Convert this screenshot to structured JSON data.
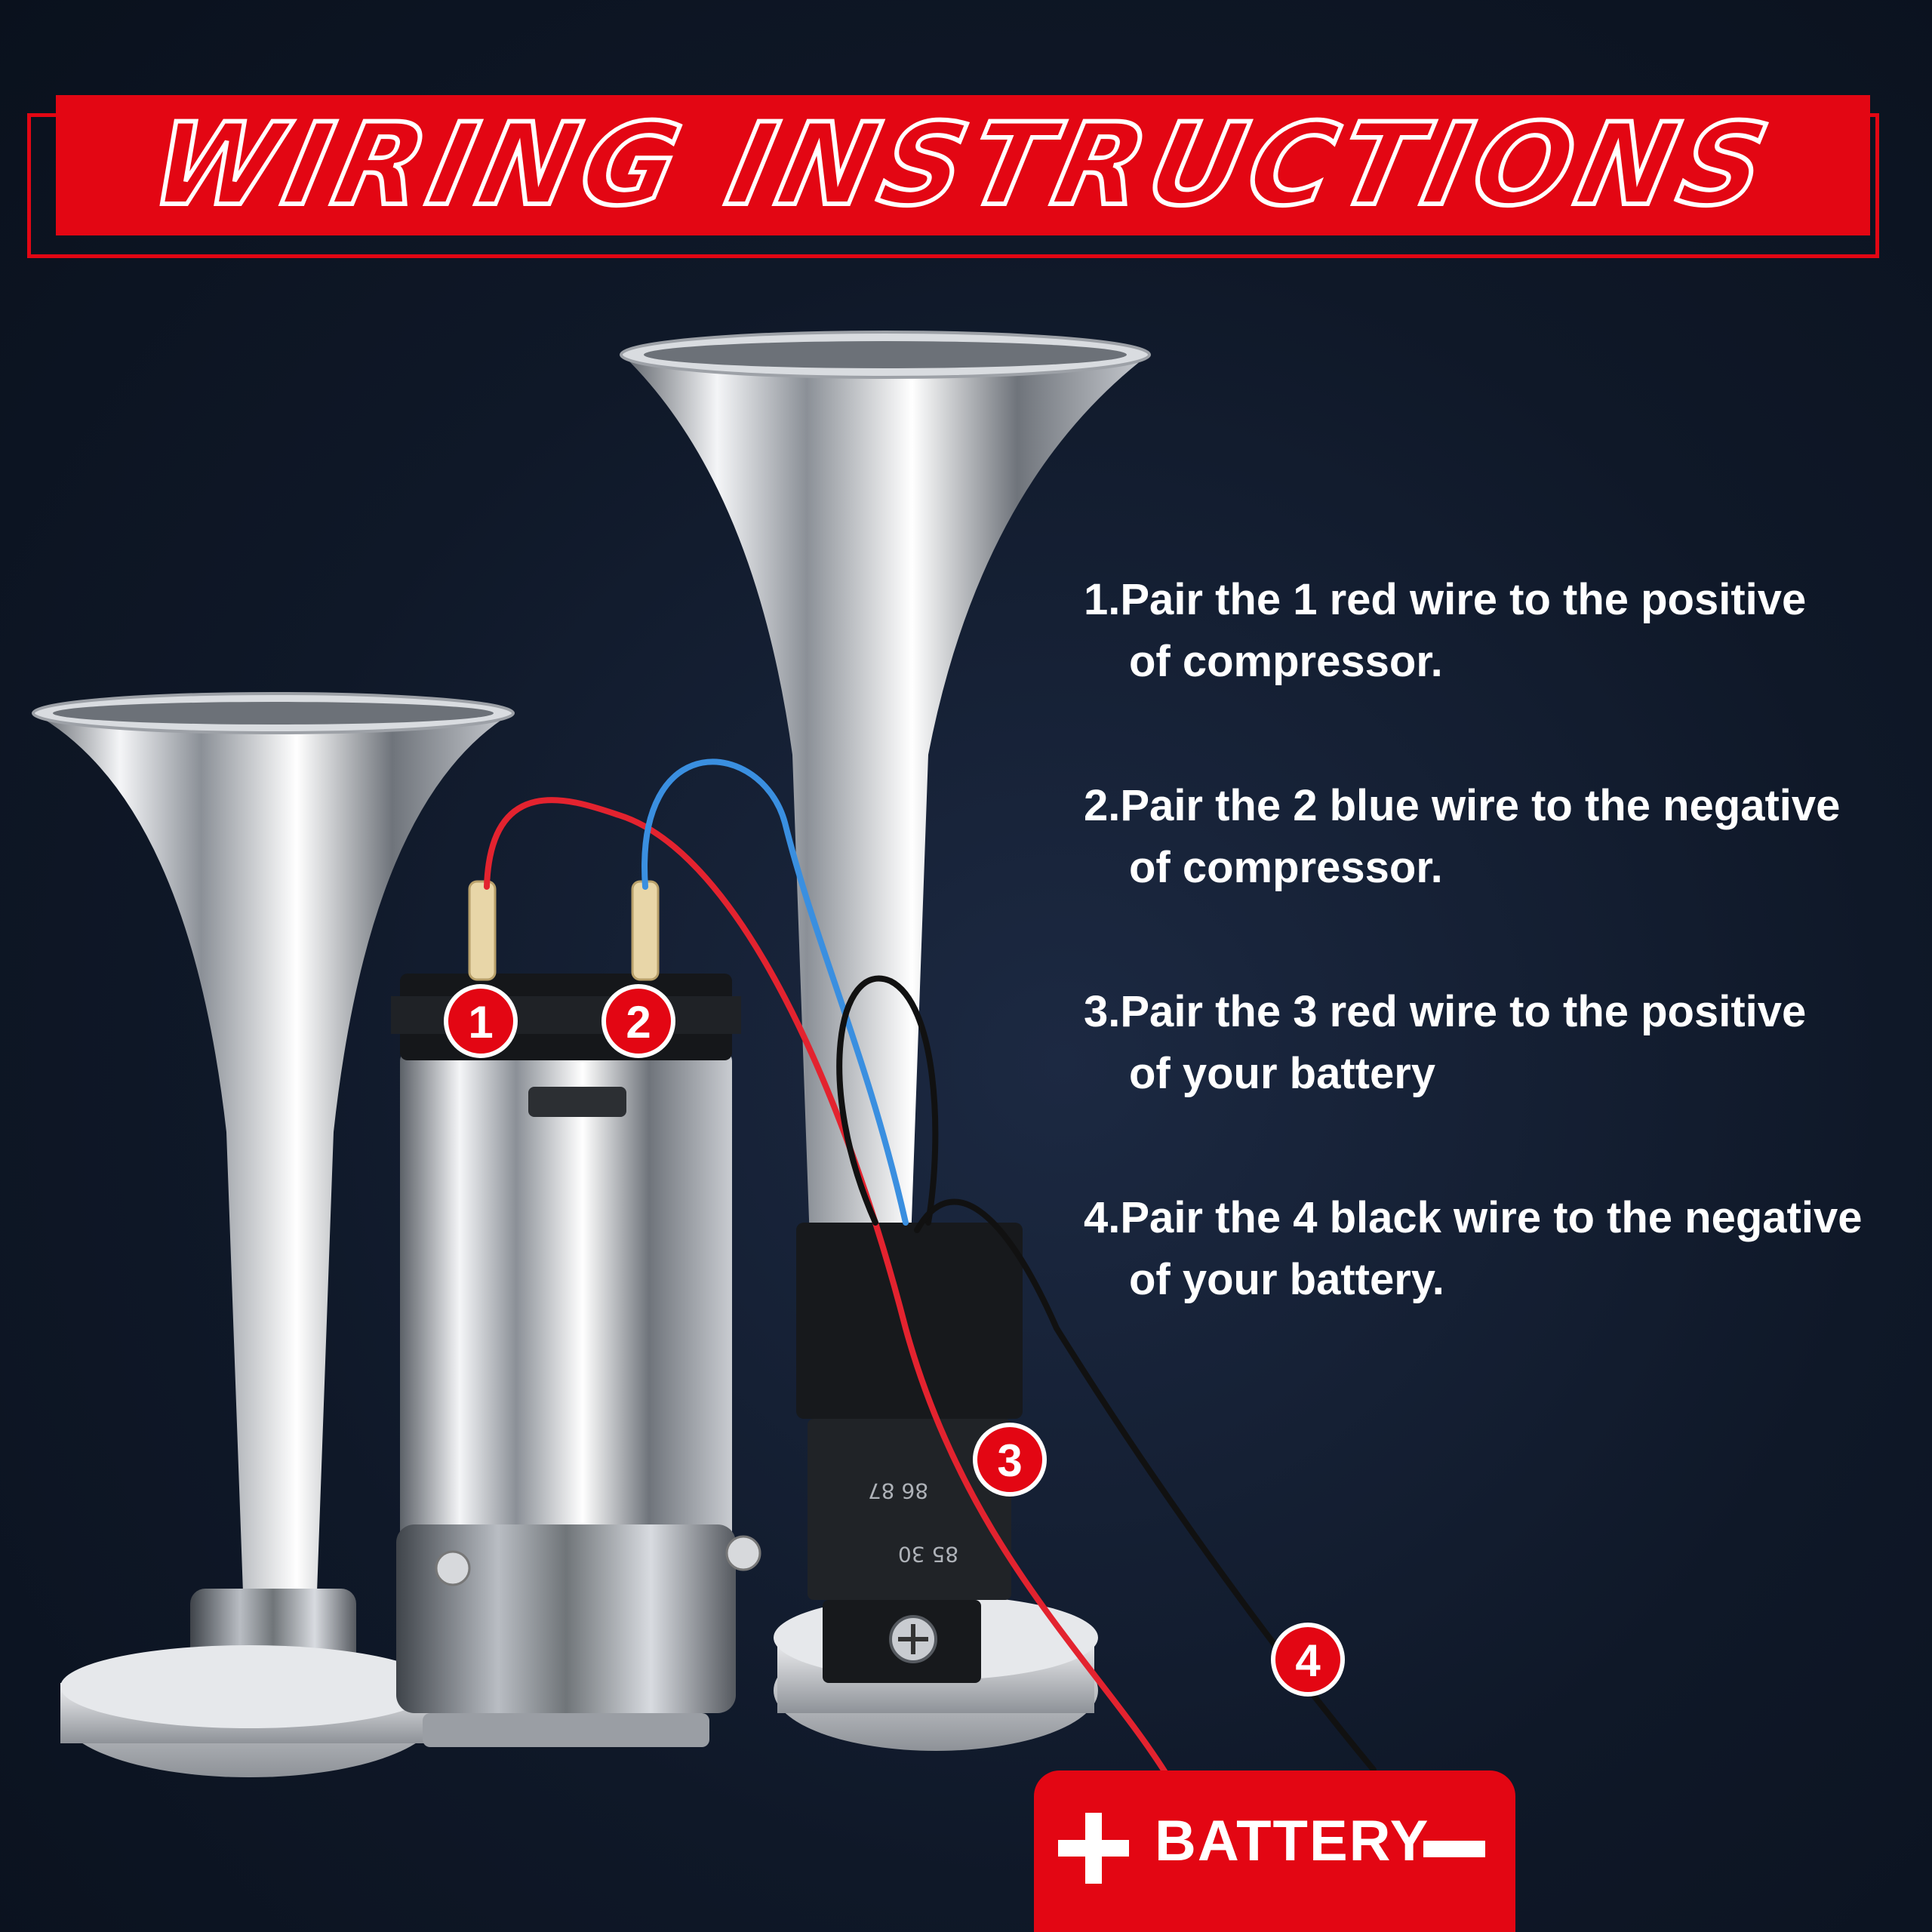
{
  "title": "WIRING INSTRUCTIONS",
  "steps": [
    {
      "line1": "1.Pair the 1 red wire to the positive",
      "line2": "of compressor."
    },
    {
      "line1": "2.Pair the 2 blue wire to the negative",
      "line2": "of compressor."
    },
    {
      "line1": "3.Pair the 3 red wire to the positive",
      "line2": "of your battery"
    },
    {
      "line1": "4.Pair the 4 black wire to the negative",
      "line2": "of your battery."
    }
  ],
  "markers": [
    "1",
    "2",
    "3",
    "4"
  ],
  "relay_text": [
    "86",
    "85",
    "30",
    "87"
  ],
  "battery": {
    "label": "BATTERY",
    "plus_icon": "plus-icon",
    "minus_icon": "minus-icon"
  },
  "colors": {
    "accent_red": "#e30613",
    "red_wire": "#e3232f",
    "blue_wire": "#3a8fe0",
    "black_wire": "#111111",
    "background": "#0f1828"
  }
}
